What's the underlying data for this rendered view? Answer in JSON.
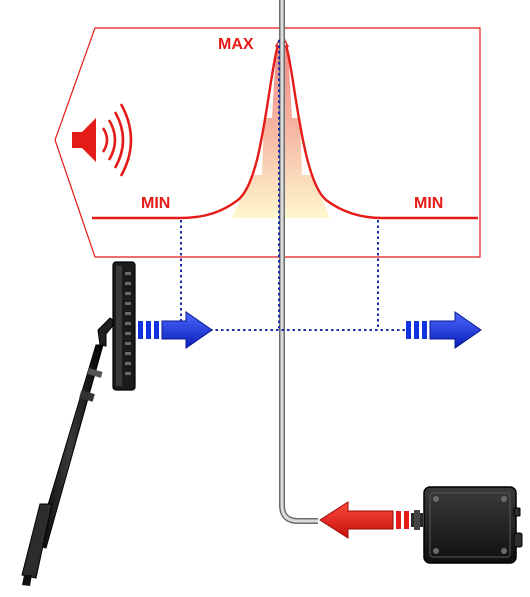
{
  "labels": {
    "max": "MAX",
    "min_left": "MIN",
    "min_right": "MIN"
  },
  "colors": {
    "signal_red": "#e41b17",
    "arrow_blue": "#1133dd",
    "dotted_blue": "#1a2aa8",
    "peak_fill_top": "#ef7f7a",
    "peak_fill_bottom": "#fff7c8",
    "device_black": "#1b1b1b",
    "pipe_grey": "#9a9a9a"
  },
  "icons": {
    "speaker": "speaker-icon",
    "flow_arrows": "arrow-right-icon",
    "generator": "signal-generator-icon",
    "probe": "receiver-probe-icon"
  }
}
